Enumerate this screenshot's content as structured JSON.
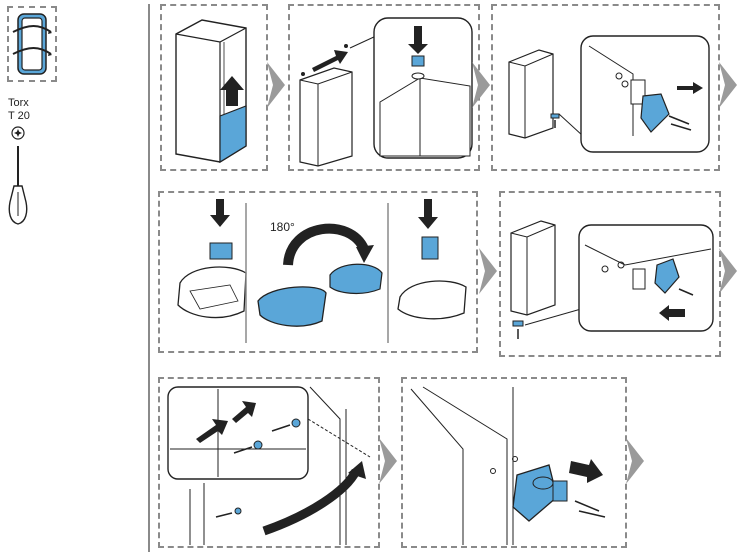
{
  "colors": {
    "accent_blue": "#5aa6d8",
    "dark_blue": "#2f6f9a",
    "line": "#222222",
    "dashed_border": "#8a8a8a",
    "arrow_gray": "#9a9a9a",
    "divider": "#8a8a8a"
  },
  "tools": {
    "torx_label_1": "Torx",
    "torx_label_2": "T 20",
    "icons": [
      "door-hinge-icon",
      "torx-bit-icon",
      "screwdriver-icon"
    ]
  },
  "steps": {
    "rotation_label": "180°"
  }
}
